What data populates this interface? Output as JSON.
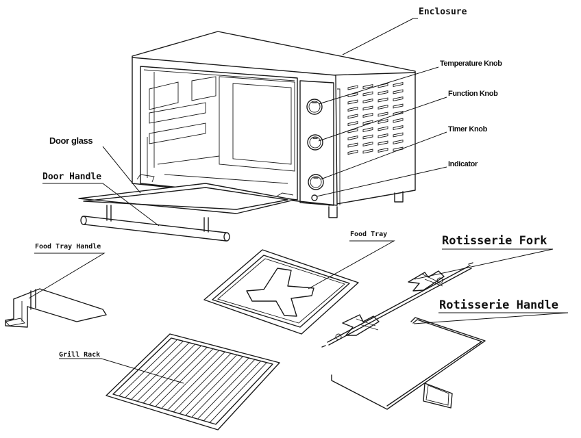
{
  "labels": {
    "enclosure": "Enclosure",
    "temperature_knob": "Temperature Knob",
    "function_knob": "Function Knob",
    "timer_knob": "Timer Knob",
    "indicator": "Indicator",
    "door_glass": "Door glass",
    "door_handle": "Door Handle",
    "food_tray_handle": "Food Tray Handle",
    "food_tray": "Food Tray",
    "rotisserie_fork": "Rotisserie Fork",
    "rotisserie_handle": "Rotisserie Handle",
    "grill_rack": "Grill Rack"
  }
}
